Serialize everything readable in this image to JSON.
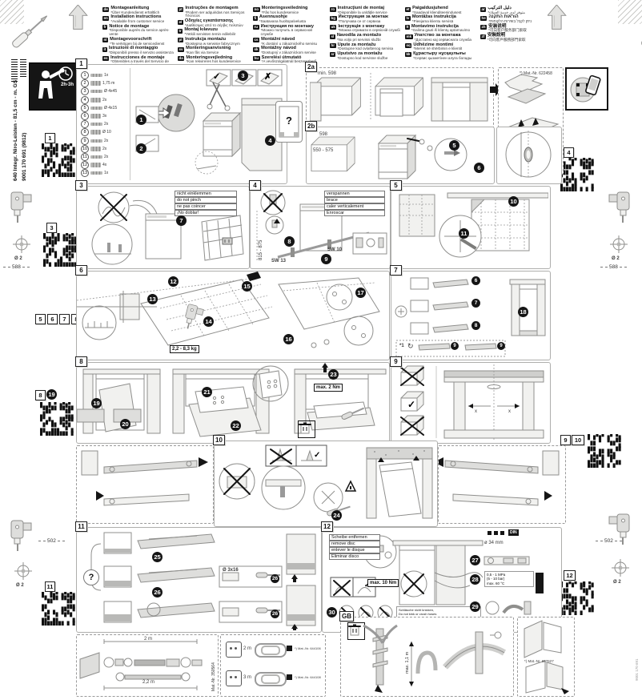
{
  "page": {
    "sheet_code_vertical": "640 Integr. Niro-Leisten - 81,5 cm - m. GS",
    "sheet_number_vertical": "9001 170 691 (9812)",
    "side_number_small": "9001 170 691"
  },
  "icons": {
    "question": "?",
    "rotate": "↻",
    "check": "✓",
    "cross": "✗"
  },
  "header": {
    "columns": [
      {
        "entries": [
          {
            "code": "de",
            "title": "Montageanleitung",
            "note": "*Über Kundendienst erhältlich"
          },
          {
            "code": "en",
            "title": "Installation instructions",
            "note": "*Available from customer service"
          },
          {
            "code": "fr",
            "title": "Notice de montage",
            "note": "*Disponible auprès du service après-vente"
          },
          {
            "code": "nl",
            "title": "Montagevoorschrift",
            "note": "*Te verkrijgen bij de servicedienst"
          },
          {
            "code": "it",
            "title": "Istruzioni di montaggio",
            "note": "*Disponibili presso il servizio assistenza"
          },
          {
            "code": "es",
            "title": "Instrucciones de montaje",
            "note": "*Obtenibles a través del Servicio de Asistencia Técnica"
          }
        ]
      },
      {
        "entries": [
          {
            "code": "pt",
            "title": "Instruções de montagem",
            "note": "*Podem ser adquiridas nos Serviços Técnicos"
          },
          {
            "code": "el",
            "title": "Οδηγίες εγκατάστασης",
            "note": "*Διαθέσιμες από το σέρβις πελατών"
          },
          {
            "code": "tr",
            "title": "Montaj kılavuzu",
            "note": "*Yetkili servisten temin edilebilir"
          },
          {
            "code": "pl",
            "title": "Instrukcja montażu",
            "note": "*Dostępna w serwisie fabrycznym"
          },
          {
            "code": "sv",
            "title": "Monteringsanvisning",
            "note": "*Kan fås via Service"
          },
          {
            "code": "da",
            "title": "Monteringsvejledning",
            "note": "*Kan rekvireres hos kundeservice"
          }
        ]
      },
      {
        "entries": [
          {
            "code": "no",
            "title": "Monteringsveiledning",
            "note": "*Fås hos kundeservice"
          },
          {
            "code": "fi",
            "title": "Asennusohje",
            "note": "*Saatavana huoltopalvelusta"
          },
          {
            "code": "ru",
            "title": "Инструкция по монтажу",
            "note": "*Можно получить в сервисной службе"
          },
          {
            "code": "cs",
            "title": "Montážní návod",
            "note": "*K dostání u zákaznického servisu"
          },
          {
            "code": "sk",
            "title": "Montážny návod",
            "note": "*Dostupný v zákazníckom servise"
          },
          {
            "code": "hu",
            "title": "Szerelési útmutató",
            "note": "*A vevőszolgálatnál beszerezhető"
          }
        ]
      },
      {
        "entries": [
          {
            "code": "ro",
            "title": "Instrucţiuni de montaj",
            "note": "*Disponibile la unităţile service"
          },
          {
            "code": "bg",
            "title": "Инструкция за монтаж",
            "note": "*Получава се от сервиза"
          },
          {
            "code": "uk",
            "title": "Інструкція з монтажу",
            "note": "*Можна отримати в сервісній службі"
          },
          {
            "code": "sl",
            "title": "Navodila za montažo",
            "note": "*Na voljo pri servisni službi"
          },
          {
            "code": "hr",
            "title": "Upute za montažu",
            "note": "*Dostupne kod ovlaštenog servisa"
          },
          {
            "code": "sr",
            "title": "Uputstvo za montažu",
            "note": "*Dostupno kod servisne službe"
          }
        ]
      },
      {
        "entries": [
          {
            "code": "et",
            "title": "Paigaldusjuhend",
            "note": "*Saadaval klienditeenindusest"
          },
          {
            "code": "lv",
            "title": "Montāžas instrukcija",
            "note": "*Pieejama klientu servisā"
          },
          {
            "code": "lt",
            "title": "Montavimo instrukcija",
            "note": "*Galima gauti iš klientų aptarnavimo"
          },
          {
            "code": "mk",
            "title": "Упатство за монтажа",
            "note": "*Достапно кај сервисната служба"
          },
          {
            "code": "sq",
            "title": "Udhëzime montimi",
            "note": "*Merret në shërbimin e klientit"
          },
          {
            "code": "kk",
            "title": "Құрастыру нұсқаулығы",
            "note": "*Сервис қызметінен алуға болады"
          }
        ]
      },
      {
        "entries": [
          {
            "code": "ar",
            "title": "دليل التركيب",
            "note": "*متوفر لدى خدمة العملاء"
          },
          {
            "code": "he",
            "title": "הוראות התקנה",
            "note": "*ניתן לקבל בשירות הלקוחות"
          },
          {
            "code": "zh",
            "title": "安装说明",
            "note": "*可向客户服务部门索取"
          },
          {
            "code": "zf",
            "title": "安裝說明",
            "note": "*可向客戶服務部門索取"
          }
        ]
      }
    ]
  },
  "sides": {
    "time": "2h-3h",
    "q1": "1",
    "q3": "3",
    "q4": "4",
    "q8": "8",
    "c19": "19",
    "q9": "9",
    "q10": "10",
    "q11": "11",
    "q12": "12",
    "steps": [
      "5",
      "6",
      "7",
      "8"
    ],
    "dia": "Ø 2",
    "d588": "588",
    "d502": "502"
  },
  "panels": {
    "p1": {
      "num": "1",
      "callouts": [
        "1",
        "2",
        "3",
        "4"
      ],
      "parts": [
        {
          "id": "1",
          "label": "1x"
        },
        {
          "id": "2",
          "label": "1,75 m"
        },
        {
          "id": "3",
          "label": "Ø 4x45"
        },
        {
          "id": "4",
          "label": "2x"
        },
        {
          "id": "5",
          "label": "Ø 4x15"
        },
        {
          "id": "6",
          "label": "3x"
        },
        {
          "id": "7",
          "label": "2x"
        },
        {
          "id": "8",
          "label": "Ø 10"
        },
        {
          "id": "9",
          "label": "2x"
        },
        {
          "id": "10",
          "label": "2x"
        },
        {
          "id": "11",
          "label": "2x"
        },
        {
          "id": "12",
          "label": "4x"
        },
        {
          "id": "13",
          "label": "1x"
        }
      ]
    },
    "p2a": {
      "num": "2a",
      "dim": "min. 598",
      "acc_label": "*) Mat.-Nr. 622458"
    },
    "p2b": {
      "num": "2b",
      "dim1": "598",
      "dim2": "550 - 575",
      "callouts": [
        "5",
        "6"
      ]
    },
    "p3": {
      "num": "3",
      "callouts": [
        "7"
      ],
      "warn": [
        "nicht einklemmen",
        "do not pinch",
        "ne pas coincer",
        "¡No doblar!"
      ]
    },
    "p4": {
      "num": "4",
      "callouts": [
        "8",
        "9"
      ],
      "sw1": "SW 13",
      "sw2": "SW 10",
      "vdim": "815 - 875",
      "warn": [
        "verspannen",
        "brace",
        "caler verticalement",
        "Enroscar"
      ]
    },
    "p5": {
      "num": "5",
      "callouts": [
        "10",
        "11"
      ]
    },
    "p6": {
      "num": "6",
      "callouts": [
        "12",
        "13",
        "14",
        "15",
        "16",
        "17"
      ],
      "weight": "2,2 - 8,3 kg"
    },
    "p7": {
      "num": "7",
      "callouts": [
        "18"
      ],
      "rows": [
        "6",
        "7",
        "8"
      ],
      "alt": [
        "9",
        "9"
      ],
      "note": "*1"
    },
    "p8": {
      "num": "8",
      "callouts": [
        "19",
        "20",
        "21",
        "22",
        "23"
      ],
      "torque": "max. 2 Nm"
    },
    "p9": {
      "num": "9",
      "xl": "x",
      "xr": "x"
    },
    "p10": {
      "num": "10",
      "callouts": [
        "24"
      ]
    },
    "p11": {
      "num": "11",
      "callouts": [
        "25",
        "26"
      ],
      "screw": "Ø 3x16",
      "insets": [
        "26",
        "26"
      ]
    },
    "p12": {
      "num": "12",
      "callouts": [
        "27",
        "28",
        "29",
        "30"
      ],
      "remove": [
        "Scheibe entfernen",
        "remove disc",
        "enlever le disque",
        "Eliminar disco"
      ],
      "torque": "max. 10 Nm",
      "pipe": "ø 34 mm",
      "din": "DIN",
      "water": [
        "0,5 - 1 MPa",
        "(5 - 10 bar)",
        "max. 60 °C"
      ],
      "note": [
        "Schläuche nicht knicken,",
        "Do not kink or crush hoses",
        "Ne pas plier les tuyaux",
        "No doblar los tubos"
      ]
    },
    "gb": {
      "num": "GB",
      "height": "max. 1,1 m",
      "acc_label": "*) Mat.-Nr. 657627"
    },
    "hose_kit": {
      "len1": "2 m",
      "len2": "2,2 m",
      "mat": "Mat.-Nr. 350564"
    },
    "cords": {
      "rows": [
        {
          "len": "2 m",
          "mat": "*) Mat.-Nr. 644106"
        },
        {
          "len": "3 m",
          "mat": "*) Mat.-Nr. 644108"
        }
      ]
    }
  }
}
